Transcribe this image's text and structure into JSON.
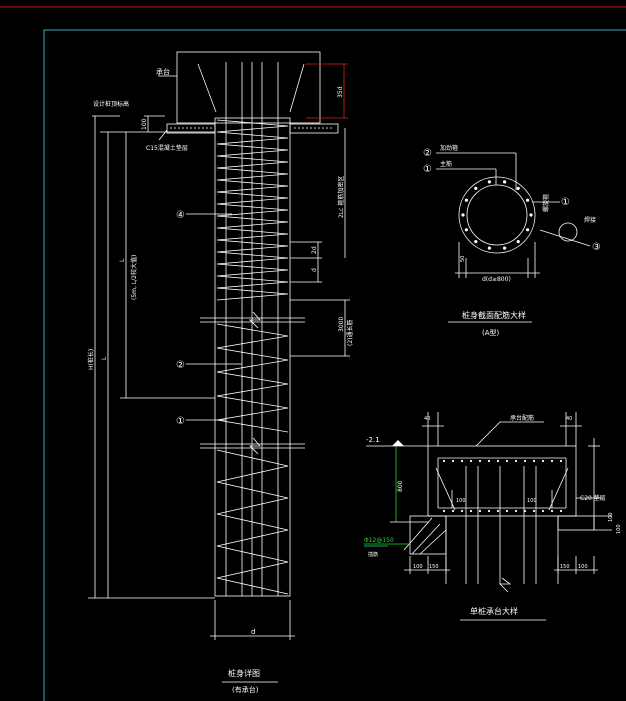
{
  "colors": {
    "background": "#000000",
    "frame_top": "#cc1111",
    "frame_border": "#3fa9b8",
    "line": "#ffffff",
    "dim_red": "#dd2222",
    "green": "#22dd22",
    "cyan": "#33cccc"
  },
  "pile_section": {
    "label_cap": "承台",
    "label_elev": "设计桩顶标高",
    "label_cushion": "C15混凝土垫层",
    "dim_100": "100",
    "dim_top": "35d",
    "dim_dense": "2Lc 箍筋加密区",
    "dim_2d": "2d",
    "dim_d": "d",
    "dim_3000": "3000",
    "dim_3000_note": "(2)通长筋",
    "dim_l2": "(5m, L/2较大值)",
    "dim_l2_top": "L",
    "dim_total": "H(桩长)",
    "dim_total_l": "L",
    "marker_4": "④",
    "marker_2": "②",
    "marker_1": "①",
    "bottom_d": "d",
    "title": "桩身详图",
    "subtitle": "(有承台)"
  },
  "circle_section": {
    "marker_2": "②",
    "marker_1": "①",
    "label_2": "加劲箍",
    "label_1": "主筋",
    "label_right": "螺旋箍",
    "marker_1b": "①",
    "marker_3": "③",
    "label_3": "焊接",
    "dim_bottom": "d(d≥800)",
    "dim_side": "50",
    "title": "桩身截面配筋大样",
    "subtitle": "(A型)"
  },
  "cap_detail": {
    "elev": "-2.1",
    "dim_left_top": "40",
    "dim_right_top": "40",
    "label_top": "承台配筋",
    "dim_800": "800",
    "dim_100a": "100",
    "dim_100b": "100",
    "label_c20": "C20 垫层",
    "dim_r100a": "100",
    "dim_r100b": "100",
    "green_note": "Φ12@150",
    "green_note2": "插筋",
    "dim_b100a": "100",
    "dim_b150a": "150",
    "dim_b150b": "150",
    "dim_b100b": "100",
    "title": "单桩承台大样"
  }
}
